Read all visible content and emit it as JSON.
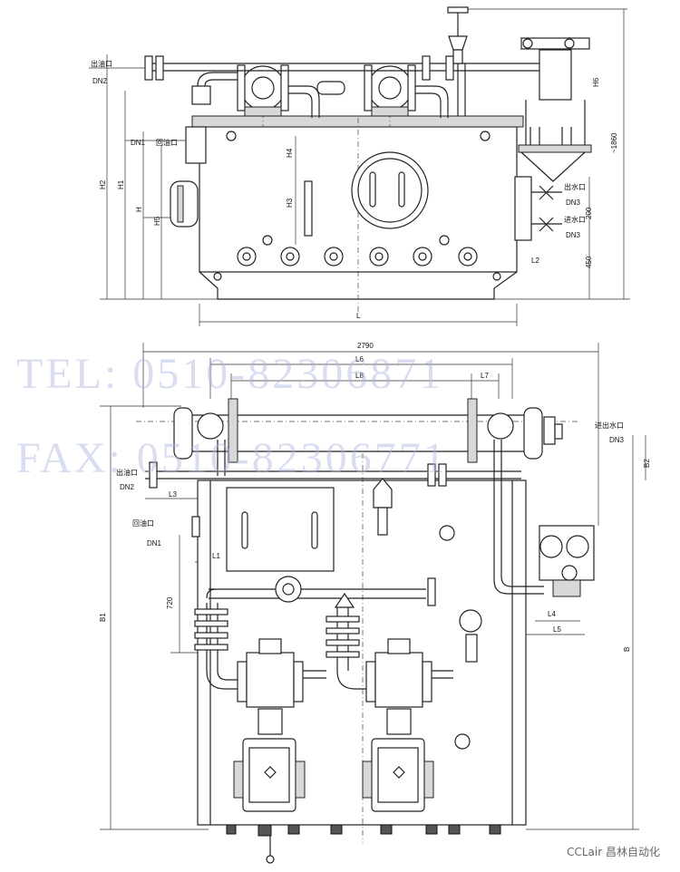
{
  "top_view": {
    "labels": {
      "oil_outlet": "出油口",
      "oil_return": "回油口",
      "water_outlet": "出水口",
      "water_inlet": "进水口",
      "dn1": "DN1",
      "dn2": "DN2",
      "dn3_a": "DN3",
      "dn3_b": "DN3",
      "h": "H",
      "h1": "H1",
      "h2": "H2",
      "h3": "H3",
      "h4": "H4",
      "h5": "H5",
      "h6": "H6",
      "l": "L",
      "l2": "L2",
      "d200": "200",
      "d450": "450",
      "d1860": "~1860"
    }
  },
  "bottom_view": {
    "labels": {
      "width_2790": "2790",
      "l6": "L6",
      "l8": "L8",
      "l7": "L7",
      "water_in_out": "进出水口",
      "dn3": "DN3",
      "b2": "B2",
      "oil_outlet": "出油口",
      "dn2": "DN2",
      "l3": "L3",
      "oil_return": "回油口",
      "dn1": "DN1",
      "l1": "L1",
      "d720": "720",
      "b1": "B1",
      "b": "B",
      "l4": "L4",
      "l5": "L5"
    }
  },
  "watermark": {
    "tel": "TEL: 0510-82306871",
    "fax": "FAX: 0510-82306771"
  },
  "credit": "CCLair 昌林自动化"
}
